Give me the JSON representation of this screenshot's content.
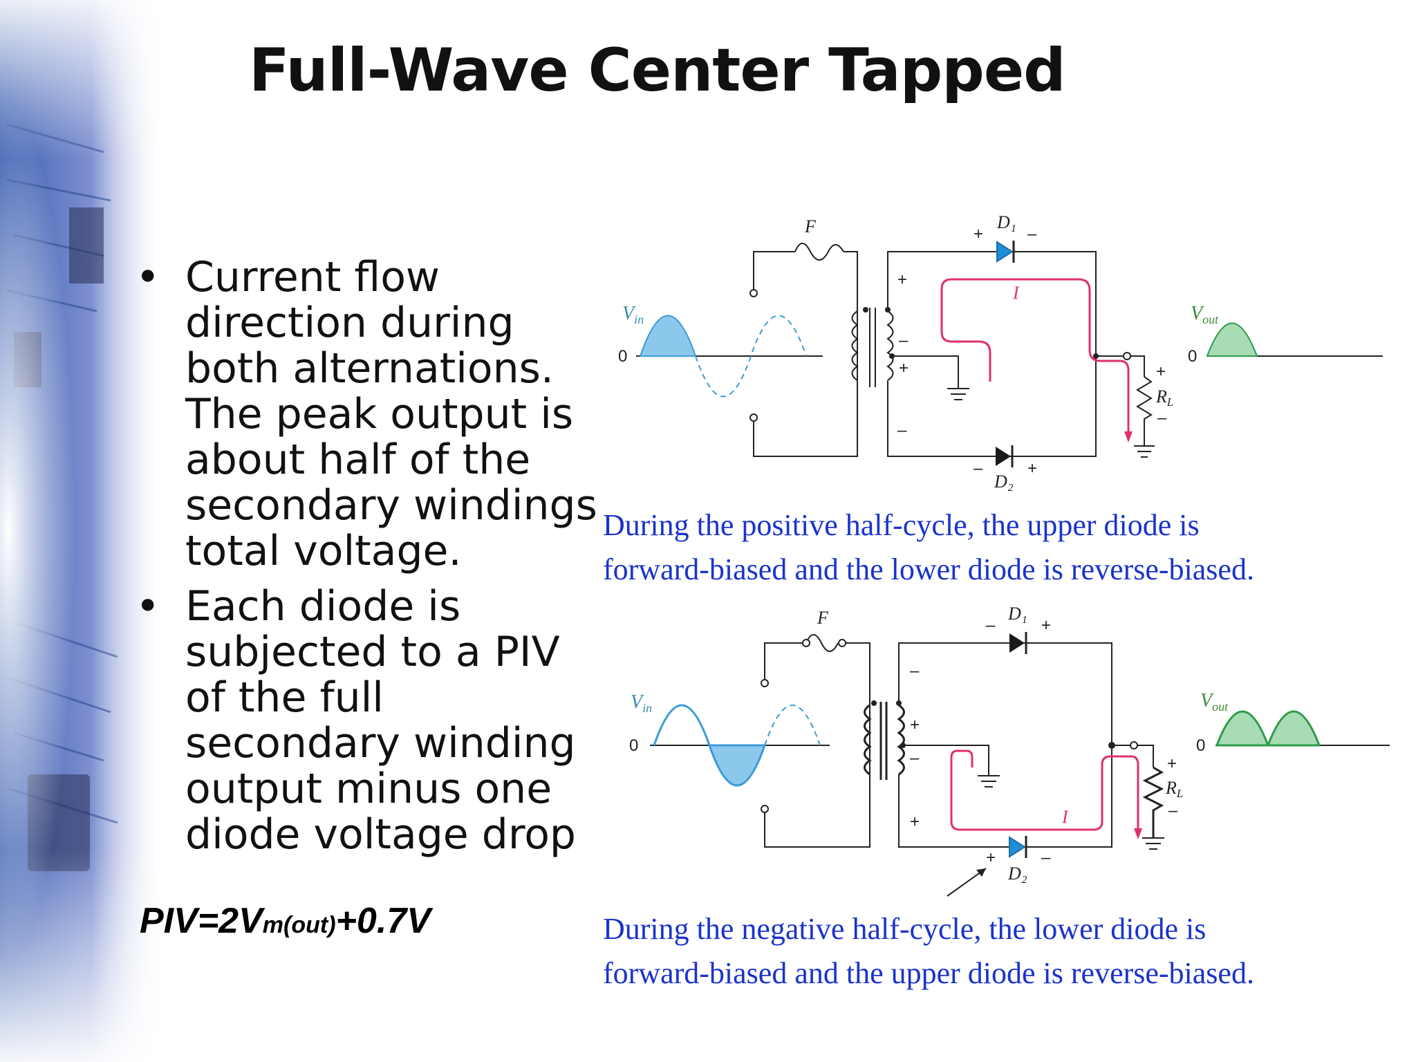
{
  "title": "Full-Wave Center Tapped",
  "bullets": [
    {
      "lines": [
        "Current flow",
        "direction during",
        "both alternations.",
        "The peak output is",
        "about half of the",
        "secondary windings",
        "total voltage."
      ]
    },
    {
      "lines": [
        "Each diode is",
        "subjected to a PIV",
        "of the full",
        "secondary winding",
        "output minus one",
        "diode voltage drop"
      ]
    }
  ],
  "formula": {
    "pre": "PIV=2V",
    "sub": "m(out)",
    "post": "+0.7V"
  },
  "circuit_top": {
    "fuse": "F",
    "d1": "D₁",
    "d2": "D₂",
    "current": "I",
    "vin": "V",
    "vin_sub": "in",
    "vout": "V",
    "vout_sub": "out",
    "rl": "R",
    "rl_sub": "L",
    "zero": "0",
    "plus": "+",
    "minus": "–",
    "caption_lines": [
      "During the positive half-cycle, the upper diode is",
      "forward-biased and the lower diode is reverse-biased."
    ]
  },
  "circuit_bottom": {
    "fuse": "F",
    "d1": "D₁",
    "d2": "D₂",
    "current": "I",
    "vin": "V",
    "vin_sub": "in",
    "vout": "V",
    "vout_sub": "out",
    "rl": "R",
    "rl_sub": "L",
    "zero": "0",
    "plus": "+",
    "minus": "–",
    "caption_lines": [
      "During the negative half-cycle, the lower diode is",
      "forward-biased and the upper diode is reverse-biased."
    ]
  },
  "colors": {
    "text": "#111111",
    "caption": "#1a33cc",
    "current": "#e0306a",
    "diode": "#1e8ed6",
    "input_wave": "#3a9ad6",
    "output_wave": "#2e9a4a"
  }
}
